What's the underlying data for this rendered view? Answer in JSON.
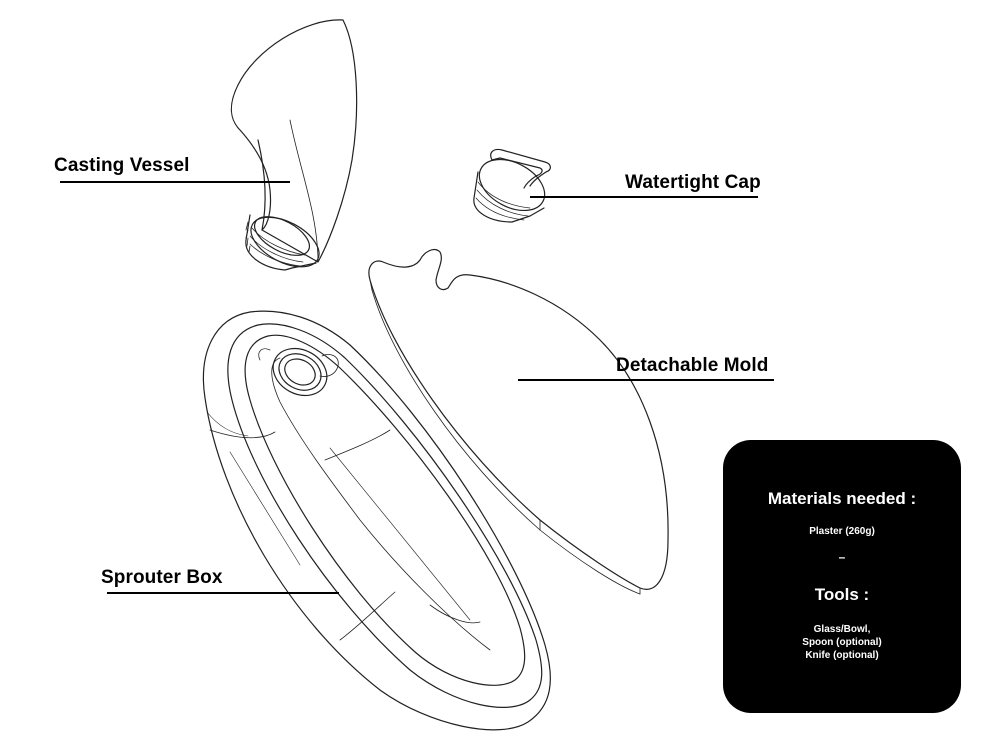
{
  "labels": {
    "casting_vessel": "Casting Vessel",
    "watertight_cap": "Watertight Cap",
    "detachable_mold": "Detachable Mold",
    "sprouter_box": "Sprouter Box"
  },
  "info_box": {
    "materials_heading": "Materials needed :",
    "materials": "Plaster (260g)",
    "separator": "–",
    "tools_heading": "Tools :",
    "tools": [
      "Glass/Bowl,",
      "Spoon (optional)",
      "Knife (optional)"
    ]
  },
  "colors": {
    "background": "#ffffff",
    "line": "#000000",
    "info_box_bg": "#000000",
    "info_box_text": "#ffffff"
  }
}
